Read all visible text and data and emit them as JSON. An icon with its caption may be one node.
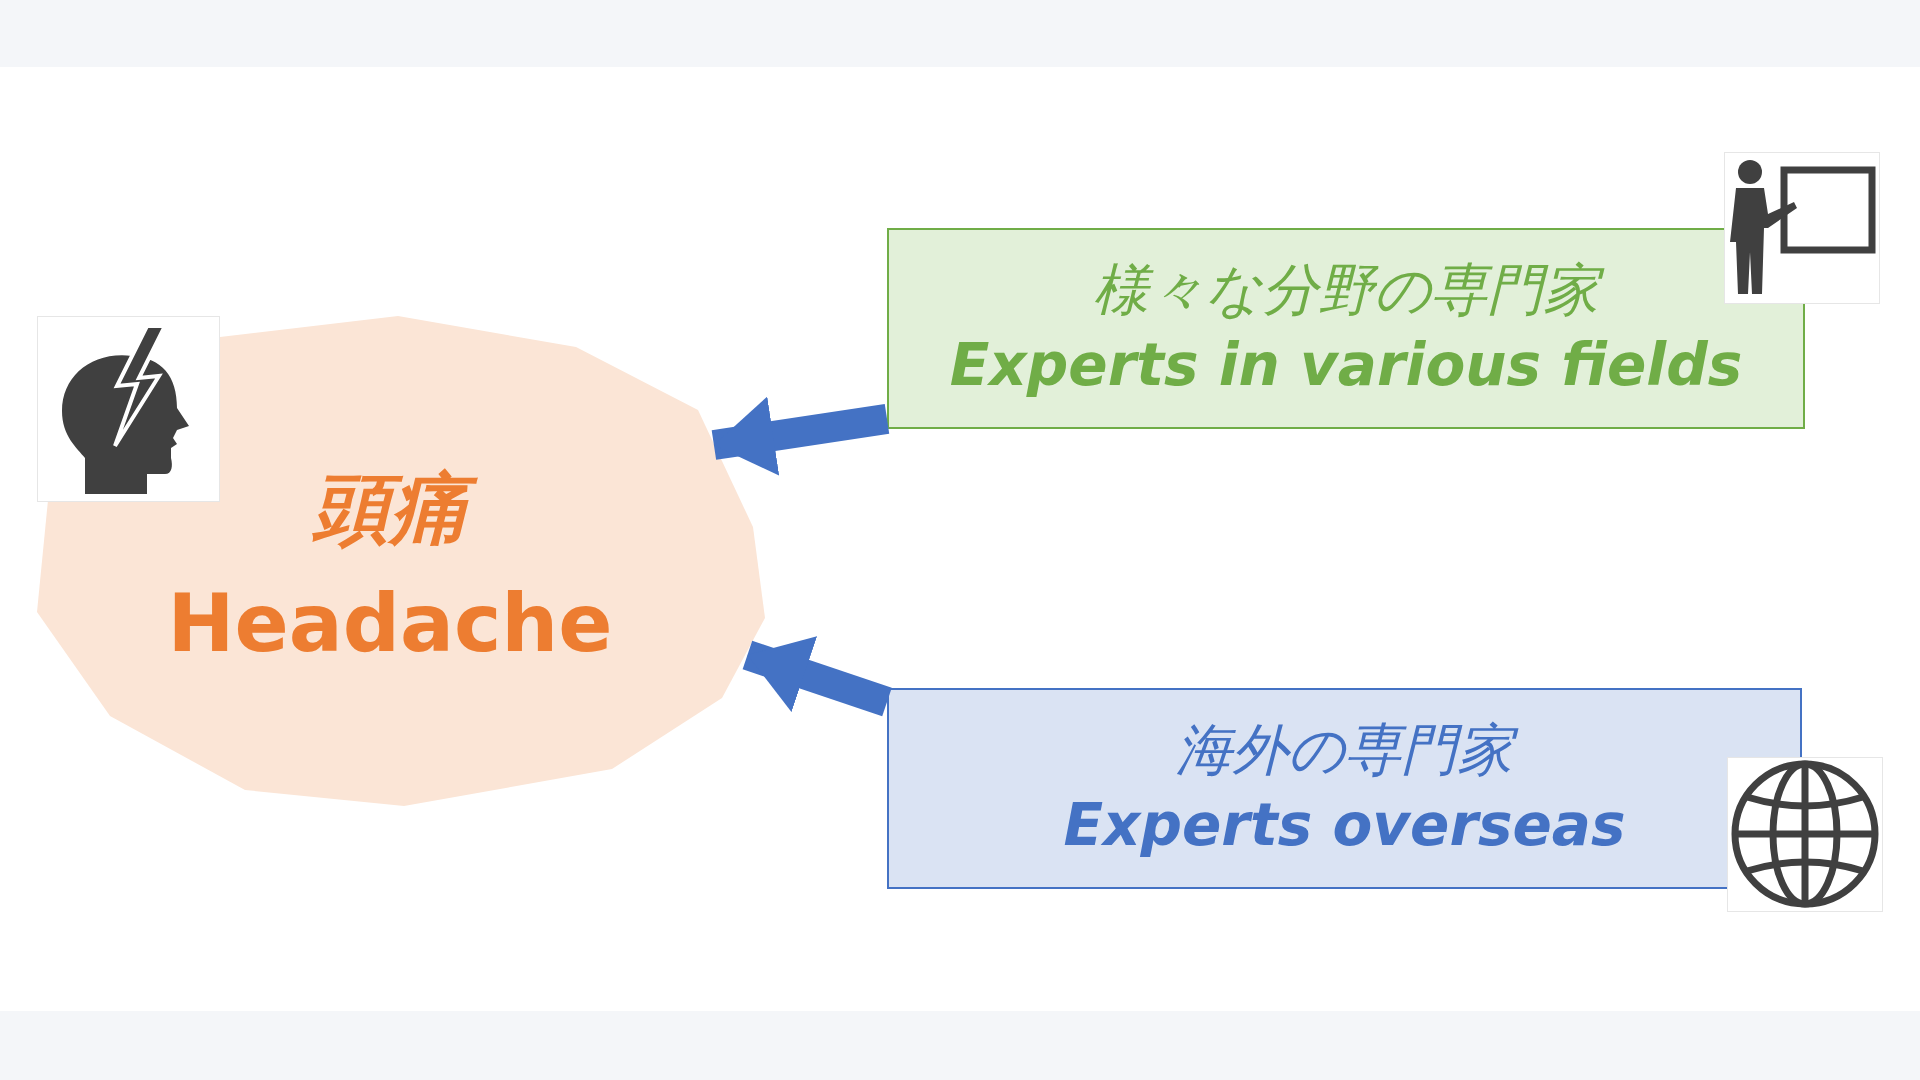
{
  "diagram": {
    "nodes": [
      {
        "text": [
          "頭痛",
          "Headache"
        ]
      },
      {
        "text": [
          "様々な分野の専門家",
          "Experts in various fields"
        ]
      },
      {
        "text": [
          "海外の専門家",
          "Experts overseas"
        ]
      }
    ],
    "edges": [
      {
        "from": 1,
        "to": 0,
        "arrow": "to"
      },
      {
        "from": 2,
        "to": 0,
        "arrow": "to"
      }
    ]
  }
}
